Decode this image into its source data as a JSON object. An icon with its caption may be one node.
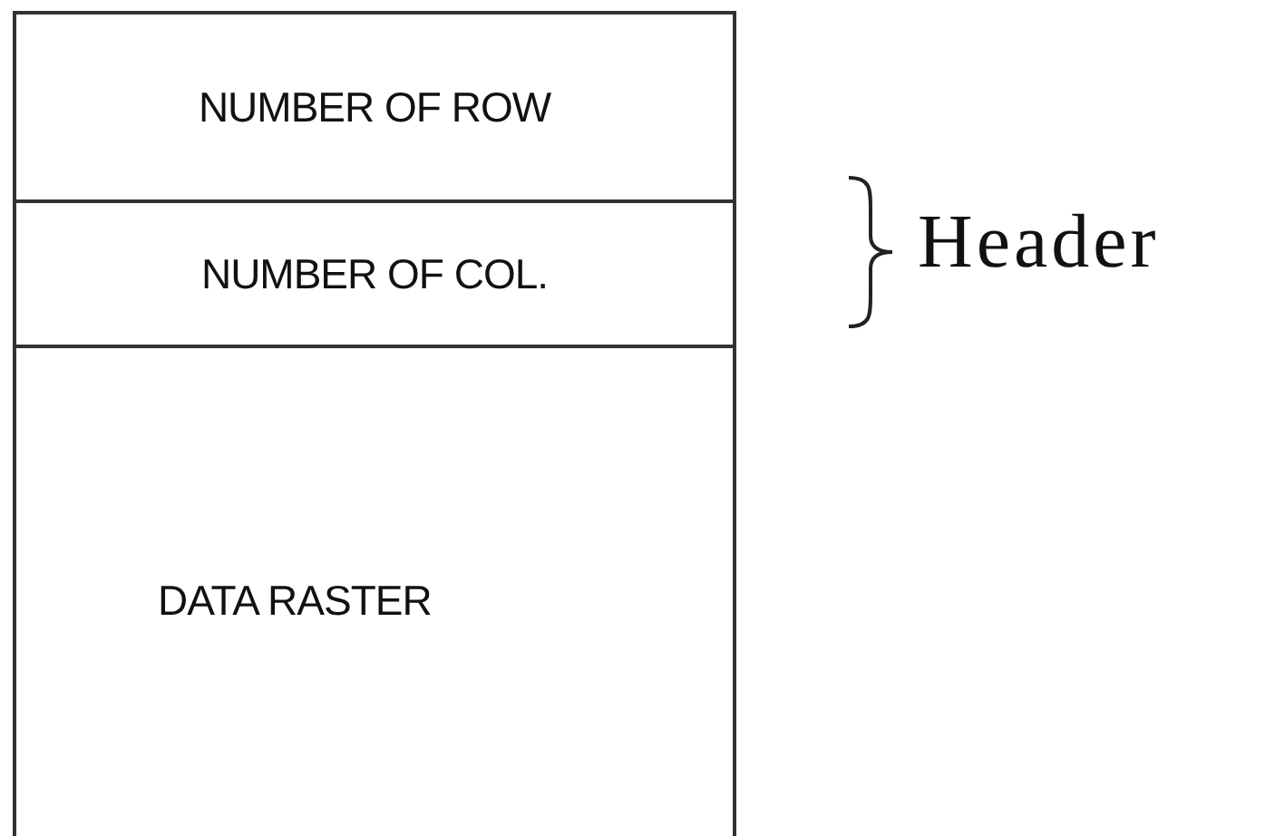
{
  "diagram": {
    "nodes": [
      {
        "text": [
          "NUMBER OF ROW"
        ]
      },
      {
        "text": [
          "NUMBER OF COL."
        ]
      },
      {
        "text": [
          "DATA RASTER"
        ]
      }
    ],
    "labels": [
      "Header"
    ]
  }
}
